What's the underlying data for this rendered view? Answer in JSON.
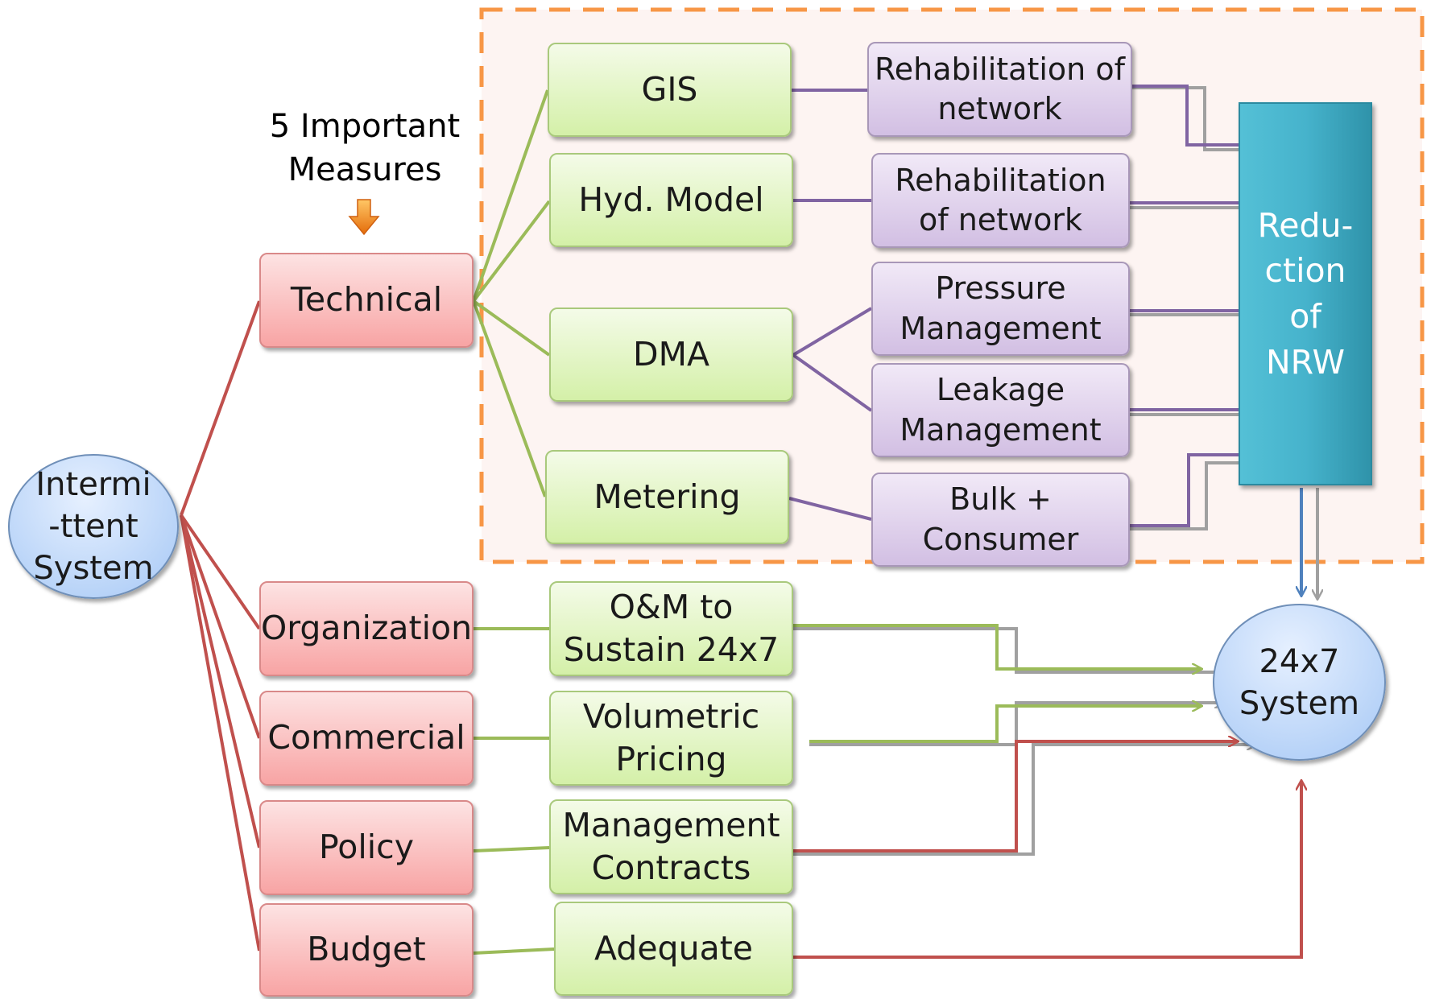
{
  "caption": "5 Important\nMeasures",
  "source": "Intermi\n-ttent\nSystem",
  "target": "24x7\nSystem",
  "nrw": "Redu-\nction\nof\nNRW",
  "categories": {
    "technical": "Technical",
    "organization": "Organization",
    "commercial": "Commercial",
    "policy": "Policy",
    "budget": "Budget"
  },
  "technical_measures": {
    "gis": "GIS",
    "hyd_model": "Hyd. Model",
    "dma": "DMA",
    "metering": "Metering"
  },
  "outcomes": {
    "rehab_1": "Rehabilitation of\nnetwork",
    "rehab_2": "Rehabilitation\nof network",
    "pressure": "Pressure\nManagement",
    "leakage": "Leakage\nManagement",
    "bulk": "Bulk +\nConsumer"
  },
  "non_technical_measures": {
    "om": "O&M to\nSustain 24x7",
    "volumetric": "Volumetric\nPricing",
    "contracts": "Management\nContracts",
    "adequate": "Adequate"
  },
  "colors": {
    "red_line": "#c0504d",
    "green_line": "#9bbb59",
    "purple_line": "#8064a2",
    "grey_line": "#a0a0a0",
    "blue_line": "#4f81bd",
    "dashed_border": "#f79646"
  }
}
